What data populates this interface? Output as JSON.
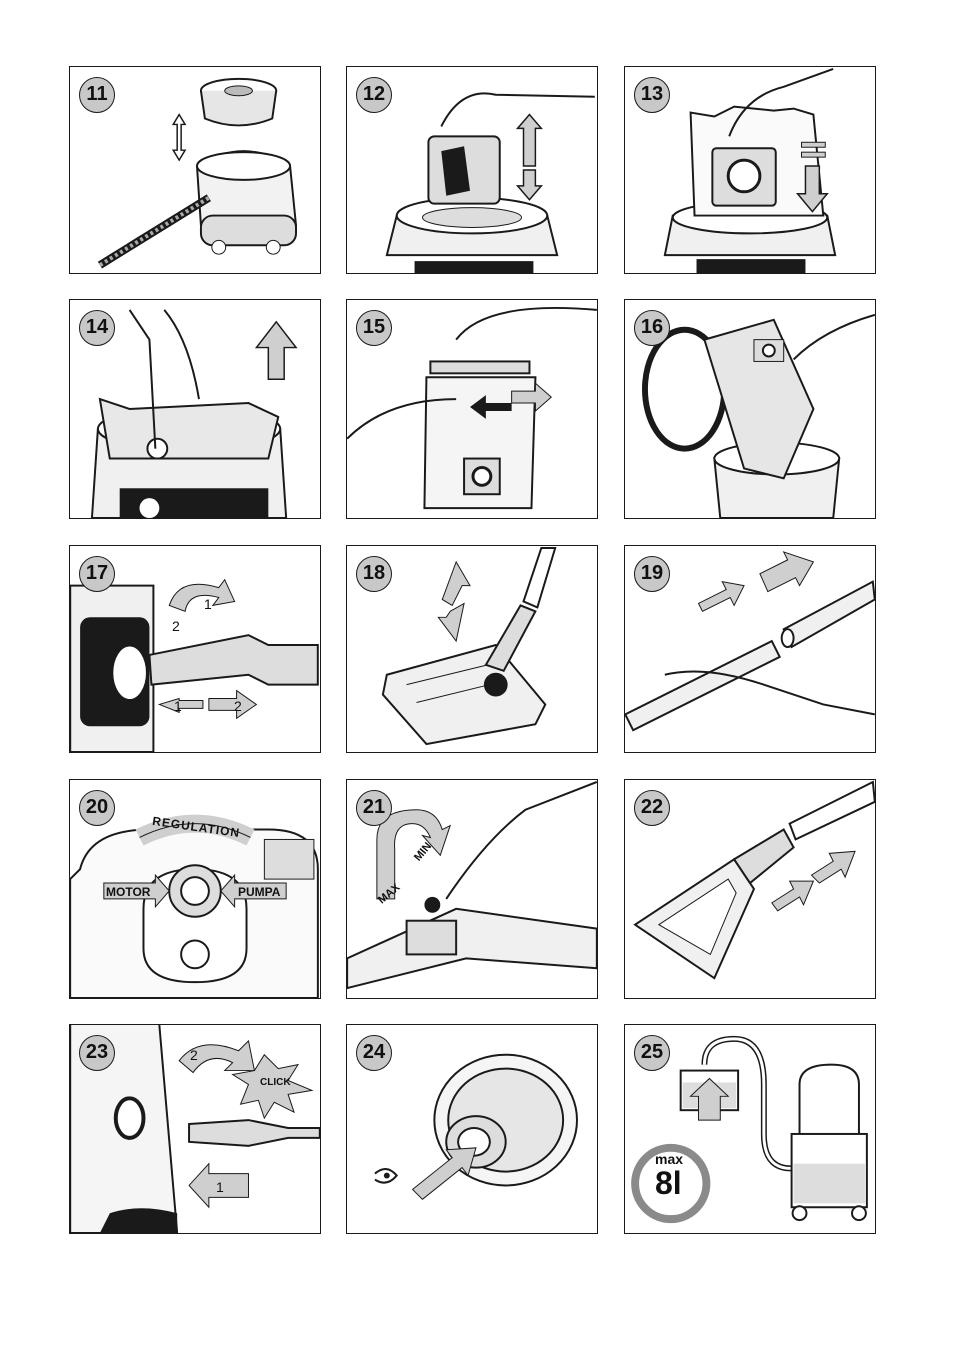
{
  "panels": [
    {
      "id": "11"
    },
    {
      "id": "12"
    },
    {
      "id": "13"
    },
    {
      "id": "14"
    },
    {
      "id": "15"
    },
    {
      "id": "16"
    },
    {
      "id": "17"
    },
    {
      "id": "18"
    },
    {
      "id": "19"
    },
    {
      "id": "20"
    },
    {
      "id": "21"
    },
    {
      "id": "22"
    },
    {
      "id": "23"
    },
    {
      "id": "24"
    },
    {
      "id": "25"
    }
  ],
  "labels": {
    "p17_step1_top": "1",
    "p17_step2_top": "2",
    "p17_step1_bottom": "1",
    "p17_step2_bottom": "2",
    "p20_regulation": "REGULATION",
    "p20_motor": "MOTOR",
    "p20_pumpa": "PUMPA",
    "p21_max": "MAX",
    "p21_min": "MIN",
    "p23_step2": "2",
    "p23_click": "CLICK",
    "p23_step1": "1",
    "p25_max": "max",
    "p25_volume": "8l"
  },
  "colors": {
    "arrow_fill": "#cfcfcf",
    "badge_fill": "#c8c8c8",
    "stroke": "#1a1a1a"
  }
}
